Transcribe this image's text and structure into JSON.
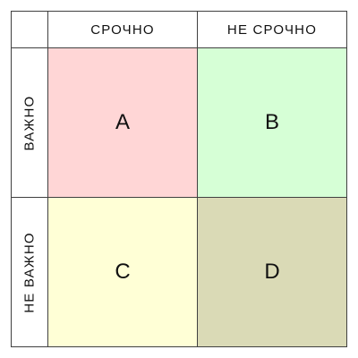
{
  "columns": [
    {
      "label": "СРОЧНО"
    },
    {
      "label": "НЕ СРОЧНО"
    }
  ],
  "rows": [
    {
      "label": "ВАЖНО"
    },
    {
      "label": "НЕ ВАЖНО"
    }
  ],
  "quadrants": [
    {
      "label": "A",
      "color": "#ffd6d6"
    },
    {
      "label": "B",
      "color": "#d6ffd6"
    },
    {
      "label": "C",
      "color": "#ffffd6"
    },
    {
      "label": "D",
      "color": "#dadab6"
    }
  ]
}
